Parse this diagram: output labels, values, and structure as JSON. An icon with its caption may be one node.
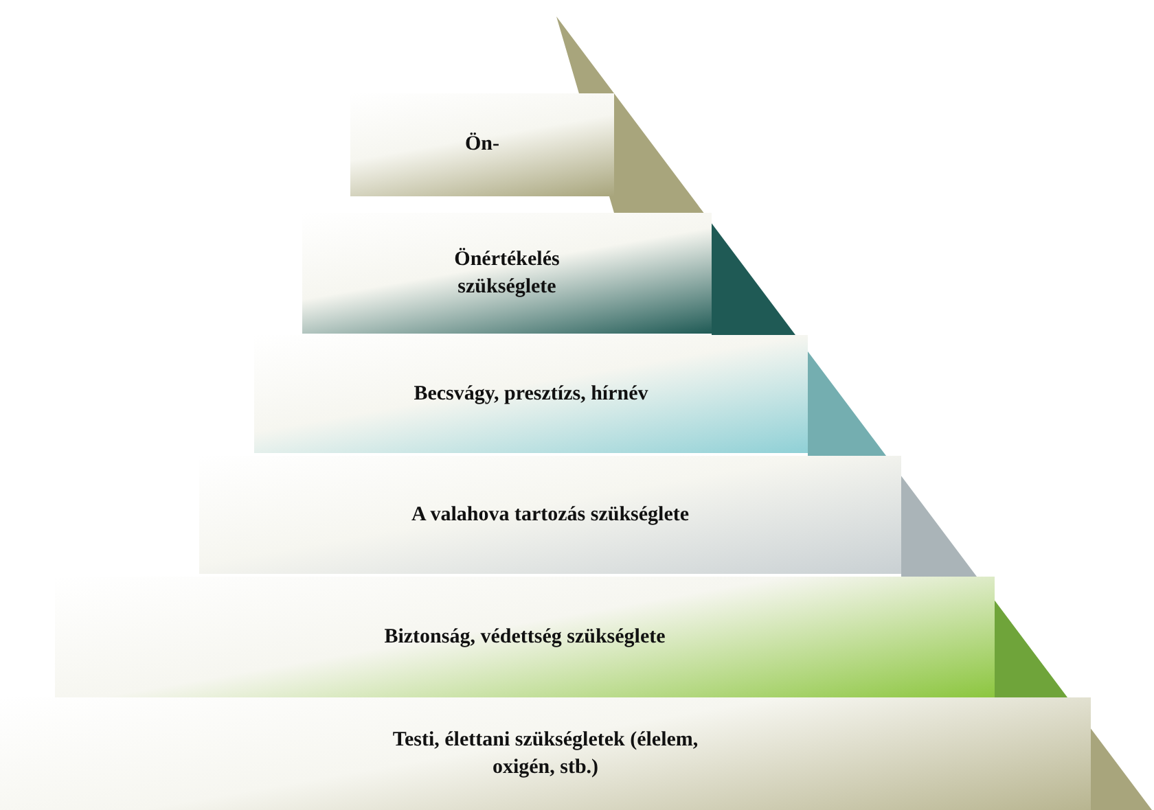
{
  "diagram": {
    "nodes": [
      {
        "text": [
          "Ön-"
        ]
      },
      {
        "text": [
          "Önértékelés szükséglete"
        ]
      },
      {
        "text": [
          "Becsvágy, presztízs, hírnév"
        ]
      },
      {
        "text": [
          "A valahova tartozás szükséglete"
        ]
      },
      {
        "text": [
          "Biztonság, védettség szükséglete"
        ]
      },
      {
        "text": [
          "Testi, élettani szükségletek (élelem, oxigén, stb.)"
        ]
      }
    ]
  }
}
